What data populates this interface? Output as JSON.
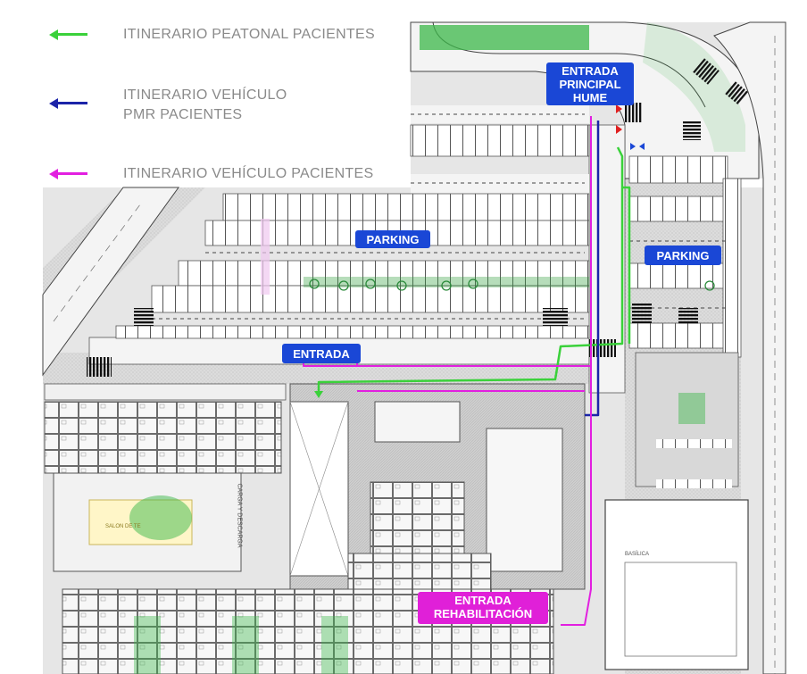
{
  "legend": [
    {
      "label": "ITINERARIO PEATONAL PACIENTES",
      "color": "#3ad13a"
    },
    {
      "label_line1": "ITINERARIO VEHÍCULO",
      "label_line2": "PMR PACIENTES",
      "color": "#1c24a8"
    },
    {
      "label": "ITINERARIO VEHÍCULO PACIENTES",
      "color": "#e21fe0"
    }
  ],
  "labels": {
    "main_entrance_line1": "ENTRADA",
    "main_entrance_line2": "PRINCIPAL",
    "main_entrance_line3": "HUME",
    "parking_left": "PARKING",
    "parking_right": "PARKING",
    "entrance": "ENTRADA",
    "rehab_line1": "ENTRADA",
    "rehab_line2": "REHABILITACIÓN"
  },
  "plan_text": {
    "carga": "CARGA Y DESCARGA",
    "salon": "SALON DE TE",
    "basilica": "BASÍLICA"
  },
  "colors": {
    "pedestrian": "#3ad13a",
    "pmr": "#1c24a8",
    "vehicle": "#e21fe0",
    "label_blue": "#1a47d6",
    "label_pink": "#e020d8",
    "grass": "#3cb84a"
  }
}
